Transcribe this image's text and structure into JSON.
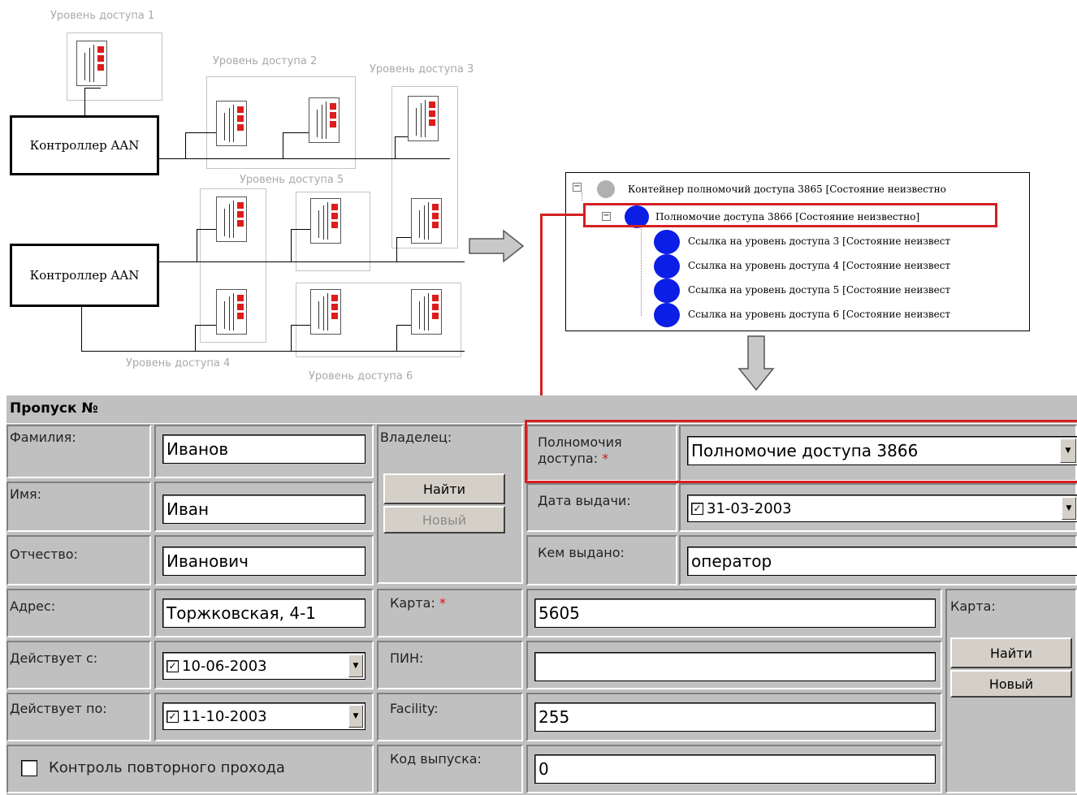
{
  "diagram": {
    "access_levels": [
      "Уровень доступа 1",
      "Уровень доступа 2",
      "Уровень доступа 3",
      "Уровень доступа 4",
      "Уровень доступа 5",
      "Уровень доступа 6"
    ],
    "controllers": [
      "Контроллер AAN",
      "Контроллер AAN"
    ]
  },
  "tree": {
    "root": {
      "label": "Контейнер полномочий доступа 3865 [Состояние неизвестно",
      "color": "#b0b0b0"
    },
    "authority": {
      "label": "Полномочие доступа 3866 [Состояние неизвестно]",
      "color": "#0a1ee6"
    },
    "links": [
      "Ссылка на уровень доступа 3 [Состояние неизвест",
      "Ссылка на уровень доступа 4 [Состояние неизвест",
      "Ссылка на уровень доступа 5 [Состояние неизвест",
      "Ссылка на уровень доступа 6 [Состояние неизвест"
    ]
  },
  "form": {
    "title": "Пропуск №",
    "surname_label": "Фамилия:",
    "surname_value": "Иванов",
    "name_label": "Имя:",
    "name_value": "Иван",
    "patronymic_label": "Отчество:",
    "patronymic_value": "Иванович",
    "address_label": "Адрес:",
    "address_value": "Торжковская, 4-1",
    "valid_from_label": "Действует с:",
    "valid_from_value": "10-06-2003",
    "valid_from_checked": true,
    "valid_to_label": "Действует по:",
    "valid_to_value": "11-10-2003",
    "valid_to_checked": true,
    "antipassback_label": "Контроль повторного прохода",
    "antipassback_checked": false,
    "owner_label": "Владелец:",
    "owner_find": "Найти",
    "owner_new": "Новый",
    "authority_label_1": "Полномочия",
    "authority_label_2": "доступа:",
    "authority_value": "Полномочие доступа 3866",
    "issue_date_label": "Дата выдачи:",
    "issue_date_value": "31-03-2003",
    "issue_date_checked": true,
    "issued_by_label": "Кем выдано:",
    "issued_by_value": "оператор",
    "card_label": "Карта:",
    "card_value": "5605",
    "pin_label": "ПИН:",
    "pin_value": "",
    "facility_label": "Facility:",
    "facility_value": "255",
    "release_code_label": "Код выпуска:",
    "release_code_value": "0",
    "card_side_label": "Карта:",
    "card_find": "Найти",
    "card_new": "Новый",
    "required_mark": "*"
  },
  "colors": {
    "highlight": "#d42020",
    "form_bg": "#c0c0c0",
    "required": "#dd1111"
  }
}
